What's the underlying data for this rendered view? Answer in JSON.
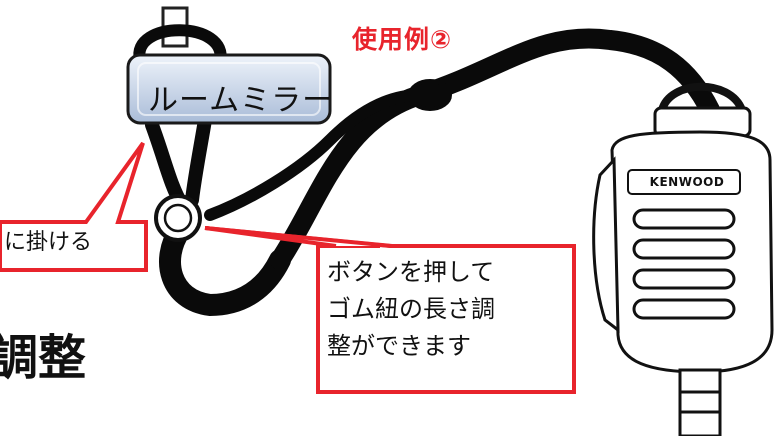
{
  "title": "使用例②",
  "mirror_label": "ルームミラー",
  "callout_left": "に掛ける",
  "callout_right": {
    "lines": [
      "ボタンを押して",
      "ゴム紐の長さ調",
      "整ができます"
    ]
  },
  "partial_heading": "調整",
  "brand": "KENWOOD",
  "colors": {
    "accent_red": "#e8242c",
    "strap": "#111111",
    "mirror_fill": "#cdd9ea"
  }
}
